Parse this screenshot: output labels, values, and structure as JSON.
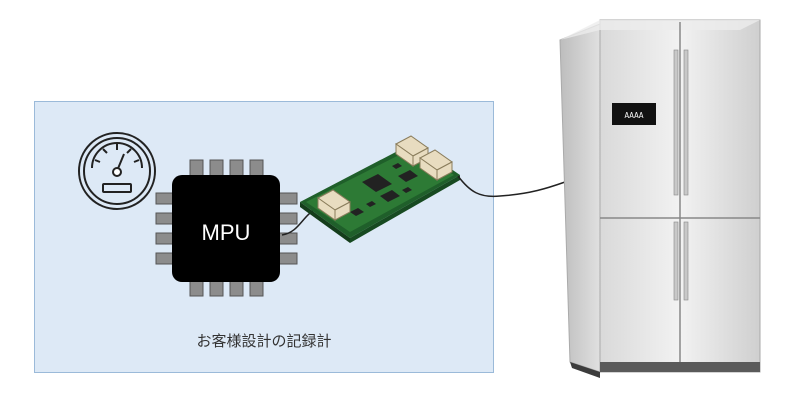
{
  "diagram": {
    "chip_label": "MPU",
    "caption": "お客様設計の記録計",
    "fridge_display_text": "AAAA",
    "icons": [
      "gauge-icon",
      "mpu-chip-icon",
      "circuit-board-icon",
      "refrigerator-icon"
    ]
  }
}
